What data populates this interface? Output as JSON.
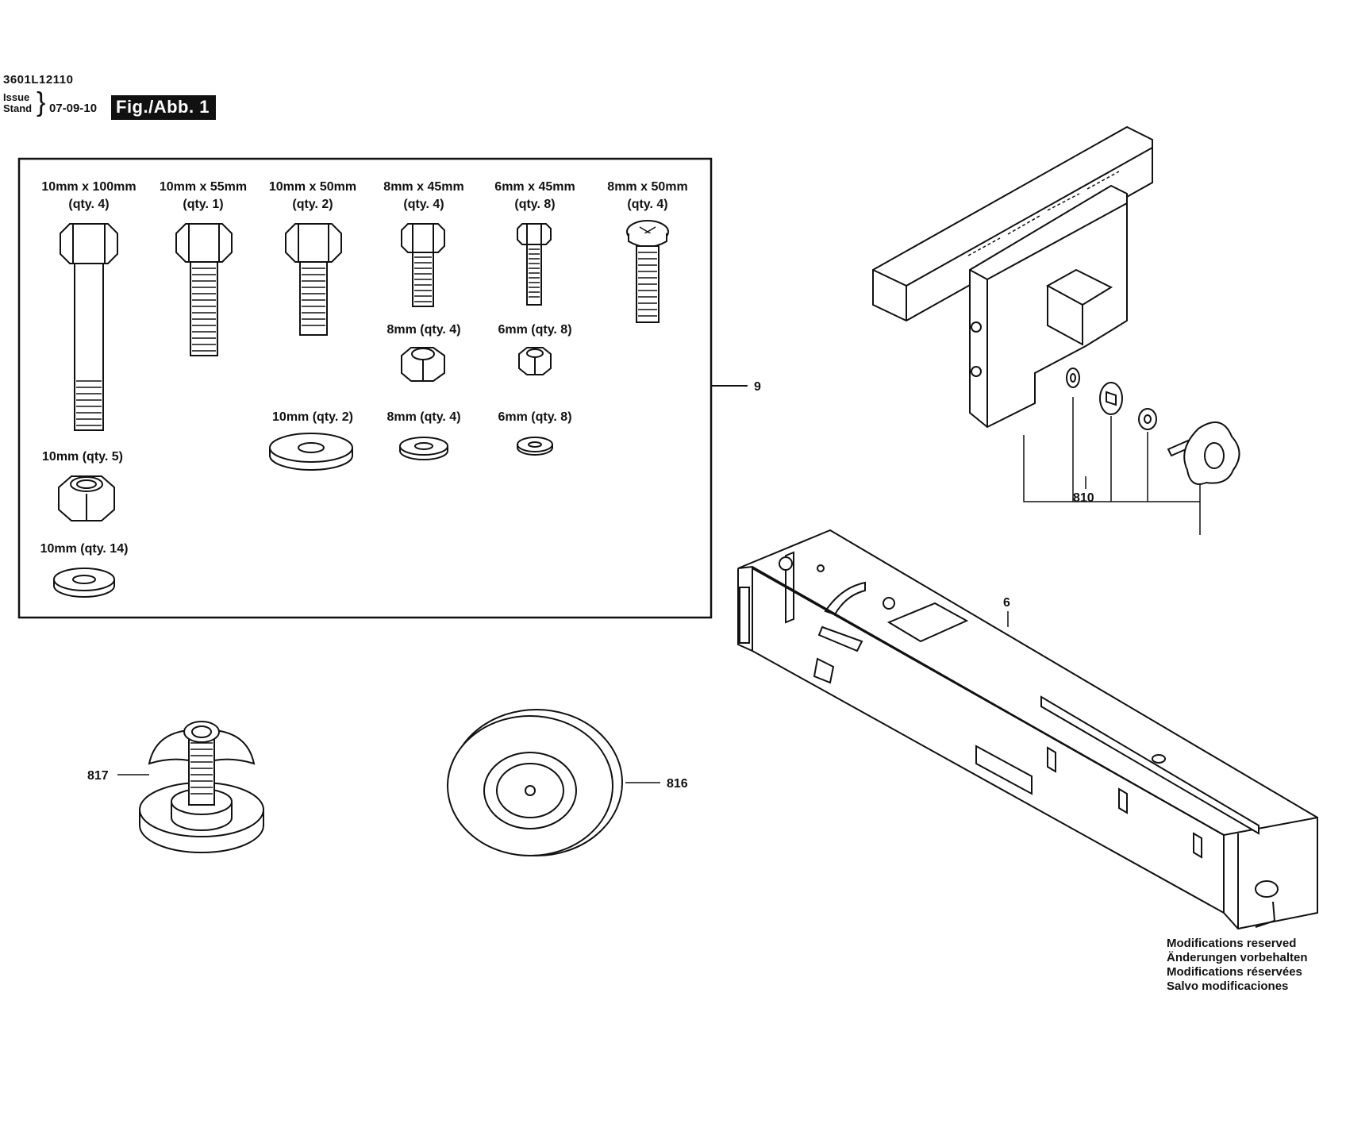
{
  "header": {
    "doc_number": "3601L12110",
    "issue_label_1": "Issue",
    "issue_label_2": "Stand",
    "issue_date": "07-09-10",
    "figure_label": "Fig./Abb. 1"
  },
  "hardware_box": {
    "bolts": [
      {
        "size": "10mm x 100mm",
        "qty": "(qty. 4)"
      },
      {
        "size": "10mm x 55mm",
        "qty": "(qty. 1)"
      },
      {
        "size": "10mm x 50mm",
        "qty": "(qty. 2)"
      },
      {
        "size": "8mm x 45mm",
        "qty": "(qty. 4)"
      },
      {
        "size": "6mm x 45mm",
        "qty": "(qty. 8)"
      },
      {
        "size": "8mm x 50mm",
        "qty": "(qty. 4)"
      }
    ],
    "nuts": [
      {
        "label": "8mm (qty. 4)"
      },
      {
        "label": "6mm (qty. 8)"
      },
      {
        "label": "10mm (qty. 5)"
      }
    ],
    "washers": [
      {
        "label": "10mm (qty. 2)"
      },
      {
        "label": "8mm (qty. 4)"
      },
      {
        "label": "6mm (qty. 8)"
      },
      {
        "label": "10mm (qty. 14)"
      }
    ]
  },
  "callouts": {
    "hardware_kit": "9",
    "knob_assembly": "810",
    "leg": "6",
    "foot": "817",
    "wheel": "816"
  },
  "footer": {
    "modifications": [
      "Modifications reserved",
      "Änderungen vorbehalten",
      "Modifications réservées",
      "Salvo modificaciones"
    ]
  }
}
